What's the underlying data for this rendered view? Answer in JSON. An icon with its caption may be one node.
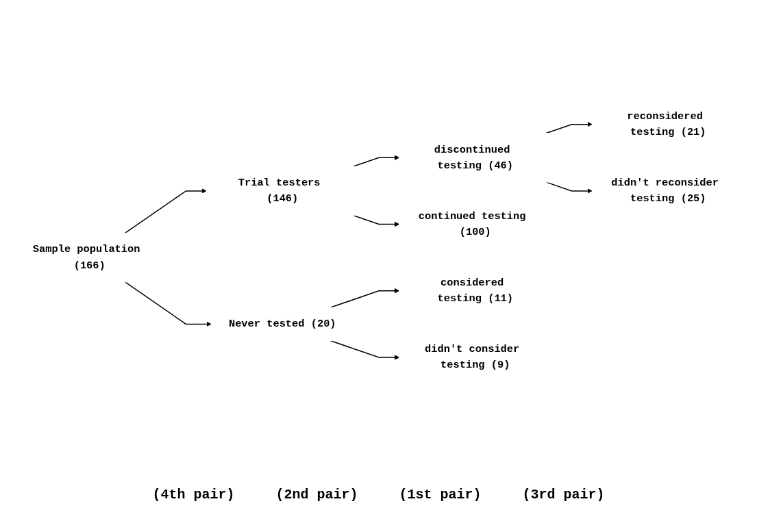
{
  "diagram": {
    "nodes": [
      {
        "text": [
          "Sample population (166)"
        ]
      },
      {
        "text": [
          "Trial testers (146)"
        ]
      },
      {
        "text": [
          "discontinued testing (46)"
        ]
      },
      {
        "text": [
          "reconsidered testing (21)"
        ]
      },
      {
        "text": [
          "didn't reconsider testing (25)"
        ]
      },
      {
        "text": [
          "continued testing (100)"
        ]
      },
      {
        "text": [
          "Never tested (20)"
        ]
      },
      {
        "text": [
          "considered testing (11)"
        ]
      },
      {
        "text": [
          "didn't consider testing (9)"
        ]
      }
    ],
    "edges": [
      {
        "from": 0,
        "to": 1,
        "arrow": "to"
      },
      {
        "from": 1,
        "to": 2,
        "arrow": "to"
      },
      {
        "from": 2,
        "to": 3,
        "arrow": "to"
      },
      {
        "from": 2,
        "to": 4,
        "arrow": "to"
      },
      {
        "from": 1,
        "to": 5,
        "arrow": "to"
      },
      {
        "from": 0,
        "to": 6,
        "arrow": "to"
      },
      {
        "from": 6,
        "to": 7,
        "arrow": "to"
      },
      {
        "from": 6,
        "to": 8,
        "arrow": "to"
      }
    ],
    "labels": [
      "(4th pair)",
      "(2nd pair)",
      "(1st pair)",
      "(3rd pair)"
    ]
  }
}
